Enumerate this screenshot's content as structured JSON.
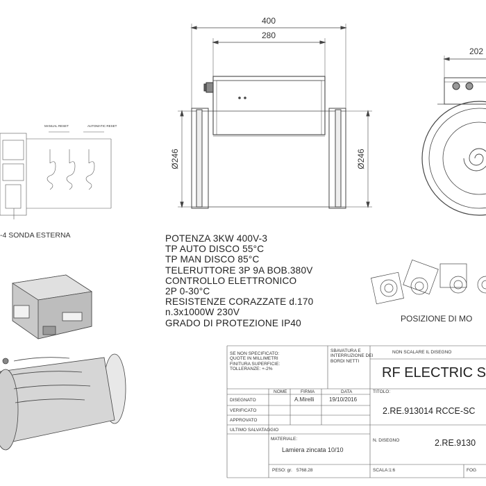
{
  "dimensions": {
    "overall_length": "400",
    "body_length": "280",
    "diameter_front": "Ø246",
    "diameter_side": "Ø246",
    "side_width": "202"
  },
  "wiring": {
    "manual_reset": "MANUAL RESET",
    "automatic_reset": "AUTOMATIC RESET",
    "caption": "-4 SONDA ESTERNA"
  },
  "specs": [
    "POTENZA 3KW 400V-3",
    "TP AUTO DISCO 55°C",
    "TP MAN DISCO 85°C",
    "TELERUTTORE 3P 9A BOB.380V",
    "CONTROLLO ELETTRONICO",
    "2P 0-30°C",
    "RESISTENZE CORAZZATE d.170",
    "n.3x1000W 230V",
    "GRADO DI PROTEZIONE IP40"
  ],
  "mounting": {
    "caption": "POSIZIONE DI MO"
  },
  "title_block": {
    "notes": [
      "SE NON SPECIFICATO:",
      "QUOTE IN MILLIMETRI",
      "FINITURA SUPERFICIE:",
      "TOLLERANZE: +-2%"
    ],
    "deburr": [
      "SBAVATURA E",
      "INTERRUZIONE DEI",
      "BORDI NETTI"
    ],
    "no_scale": "NON SCALARE IL DISEGNO",
    "title_big": "RF ELECTRIC S",
    "col_nome": "NOME",
    "col_firma": "FIRMA",
    "col_data": "DATA",
    "titolo_label": "TITOLO:",
    "rows": [
      {
        "label": "DISEGNATO",
        "firma": "A.Mirelli",
        "data": "19/10/2016"
      },
      {
        "label": "VERIFICATO",
        "firma": "",
        "data": ""
      },
      {
        "label": "APPROVATO",
        "firma": "",
        "data": ""
      }
    ],
    "ultimo": "ULTIMO SALVATAGGIO",
    "materiale_label": "MATERIALE:",
    "materiale": "Lamiera zincata 10/10",
    "code_title": "2.RE.913014 RCCE-SC",
    "n_disegno_label": "N. DISEGNO",
    "n_disegno": "2.RE.9130",
    "peso_label": "PESO: gr.",
    "peso": "5768.28",
    "scala": "SCALA:1:6",
    "foglio": "FOG"
  }
}
